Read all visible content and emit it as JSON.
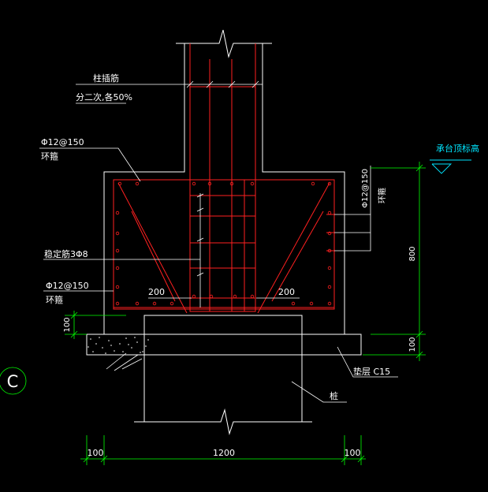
{
  "labels": {
    "column_bars_line1": "柱插筋",
    "column_bars_line2": "分二次,各50%",
    "top_ring_spec": "Φ12@150",
    "top_ring_name": "环箍",
    "right_ring_spec": "Φ12@150",
    "right_ring_name": "环箍",
    "stabilizer": "稳定筋3Φ8",
    "bottom_ring_spec": "Φ12@150",
    "bottom_ring_name": "环箍",
    "left_inner_dim": "200",
    "right_inner_dim": "200",
    "cap_level": "承台顶标高",
    "height_800": "800",
    "height_100_right": "100",
    "height_100_left": "100",
    "cushion": "垫层 C15",
    "pile": "桩",
    "axis": "C",
    "dim_left_100": "100",
    "dim_1200": "1200",
    "dim_right_100": "100"
  },
  "colors": {
    "outline": "#ffffff",
    "rebar": "#ff2020",
    "dimension": "#00ff00",
    "level_mark": "#00e5ff"
  }
}
